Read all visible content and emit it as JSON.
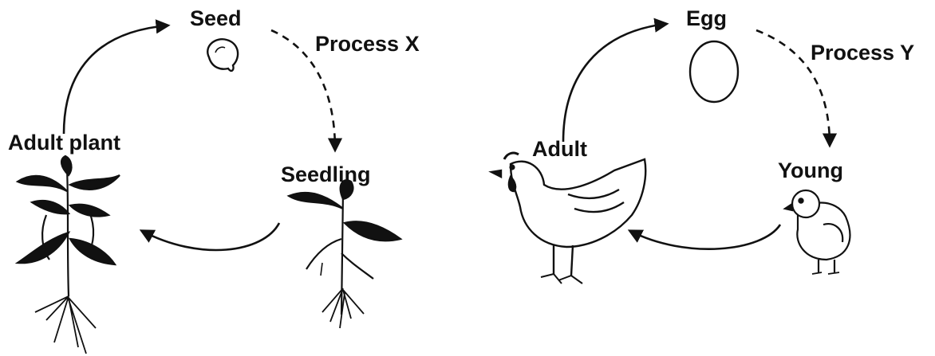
{
  "plant_cycle": {
    "seed_label": "Seed",
    "process_label": "Process X",
    "seedling_label": "Seedling",
    "adult_label": "Adult plant"
  },
  "animal_cycle": {
    "egg_label": "Egg",
    "process_label": "Process Y",
    "young_label": "Young",
    "adult_label": "Adult"
  },
  "colors": {
    "ink": "#111111",
    "background": "#ffffff"
  },
  "icons": [
    "seed-icon",
    "seedling-plant-icon",
    "adult-plant-icon",
    "egg-icon",
    "chick-icon",
    "hen-icon"
  ]
}
